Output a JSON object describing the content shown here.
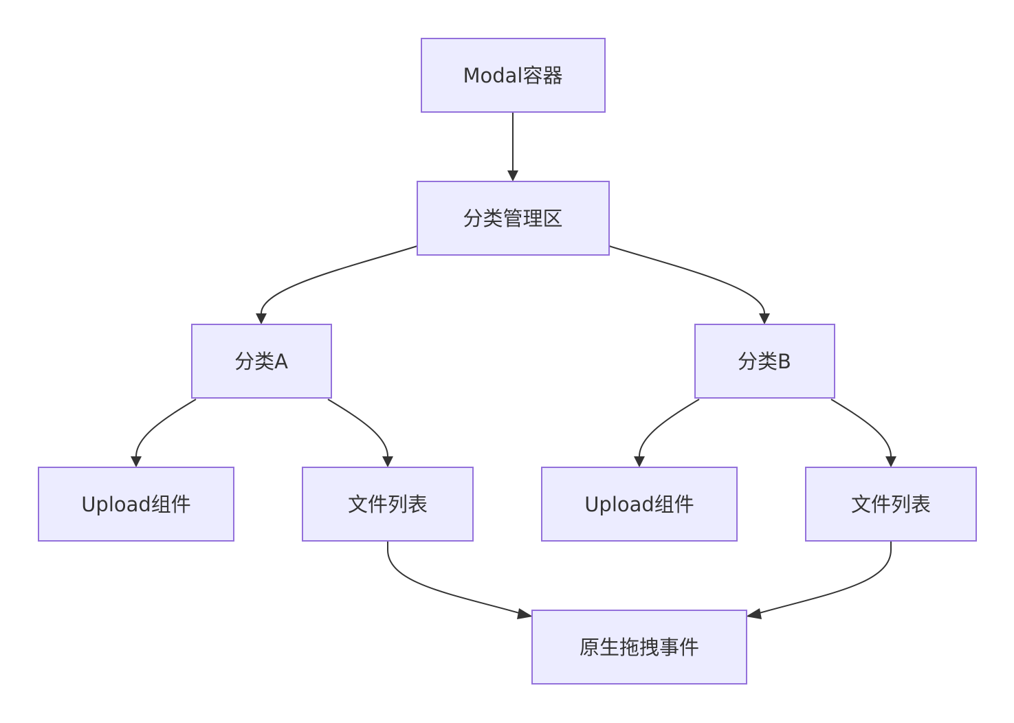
{
  "diagram": {
    "type": "flowchart",
    "direction": "top-down",
    "colors": {
      "node_fill": "#ECECFF",
      "node_border": "#9370DB",
      "edge": "#333333",
      "text": "#333333"
    },
    "nodes": {
      "modal": {
        "label": "Modal容器"
      },
      "category_mgmt": {
        "label": "分类管理区"
      },
      "category_a": {
        "label": "分类A"
      },
      "category_b": {
        "label": "分类B"
      },
      "upload_a": {
        "label": "Upload组件"
      },
      "filelist_a": {
        "label": "文件列表"
      },
      "upload_b": {
        "label": "Upload组件"
      },
      "filelist_b": {
        "label": "文件列表"
      },
      "native_drag": {
        "label": "原生拖拽事件"
      }
    },
    "edges": [
      {
        "from": "modal",
        "to": "category_mgmt"
      },
      {
        "from": "category_mgmt",
        "to": "category_a"
      },
      {
        "from": "category_mgmt",
        "to": "category_b"
      },
      {
        "from": "category_a",
        "to": "upload_a"
      },
      {
        "from": "category_a",
        "to": "filelist_a"
      },
      {
        "from": "category_b",
        "to": "upload_b"
      },
      {
        "from": "category_b",
        "to": "filelist_b"
      },
      {
        "from": "filelist_a",
        "to": "native_drag"
      },
      {
        "from": "filelist_b",
        "to": "native_drag"
      }
    ]
  }
}
